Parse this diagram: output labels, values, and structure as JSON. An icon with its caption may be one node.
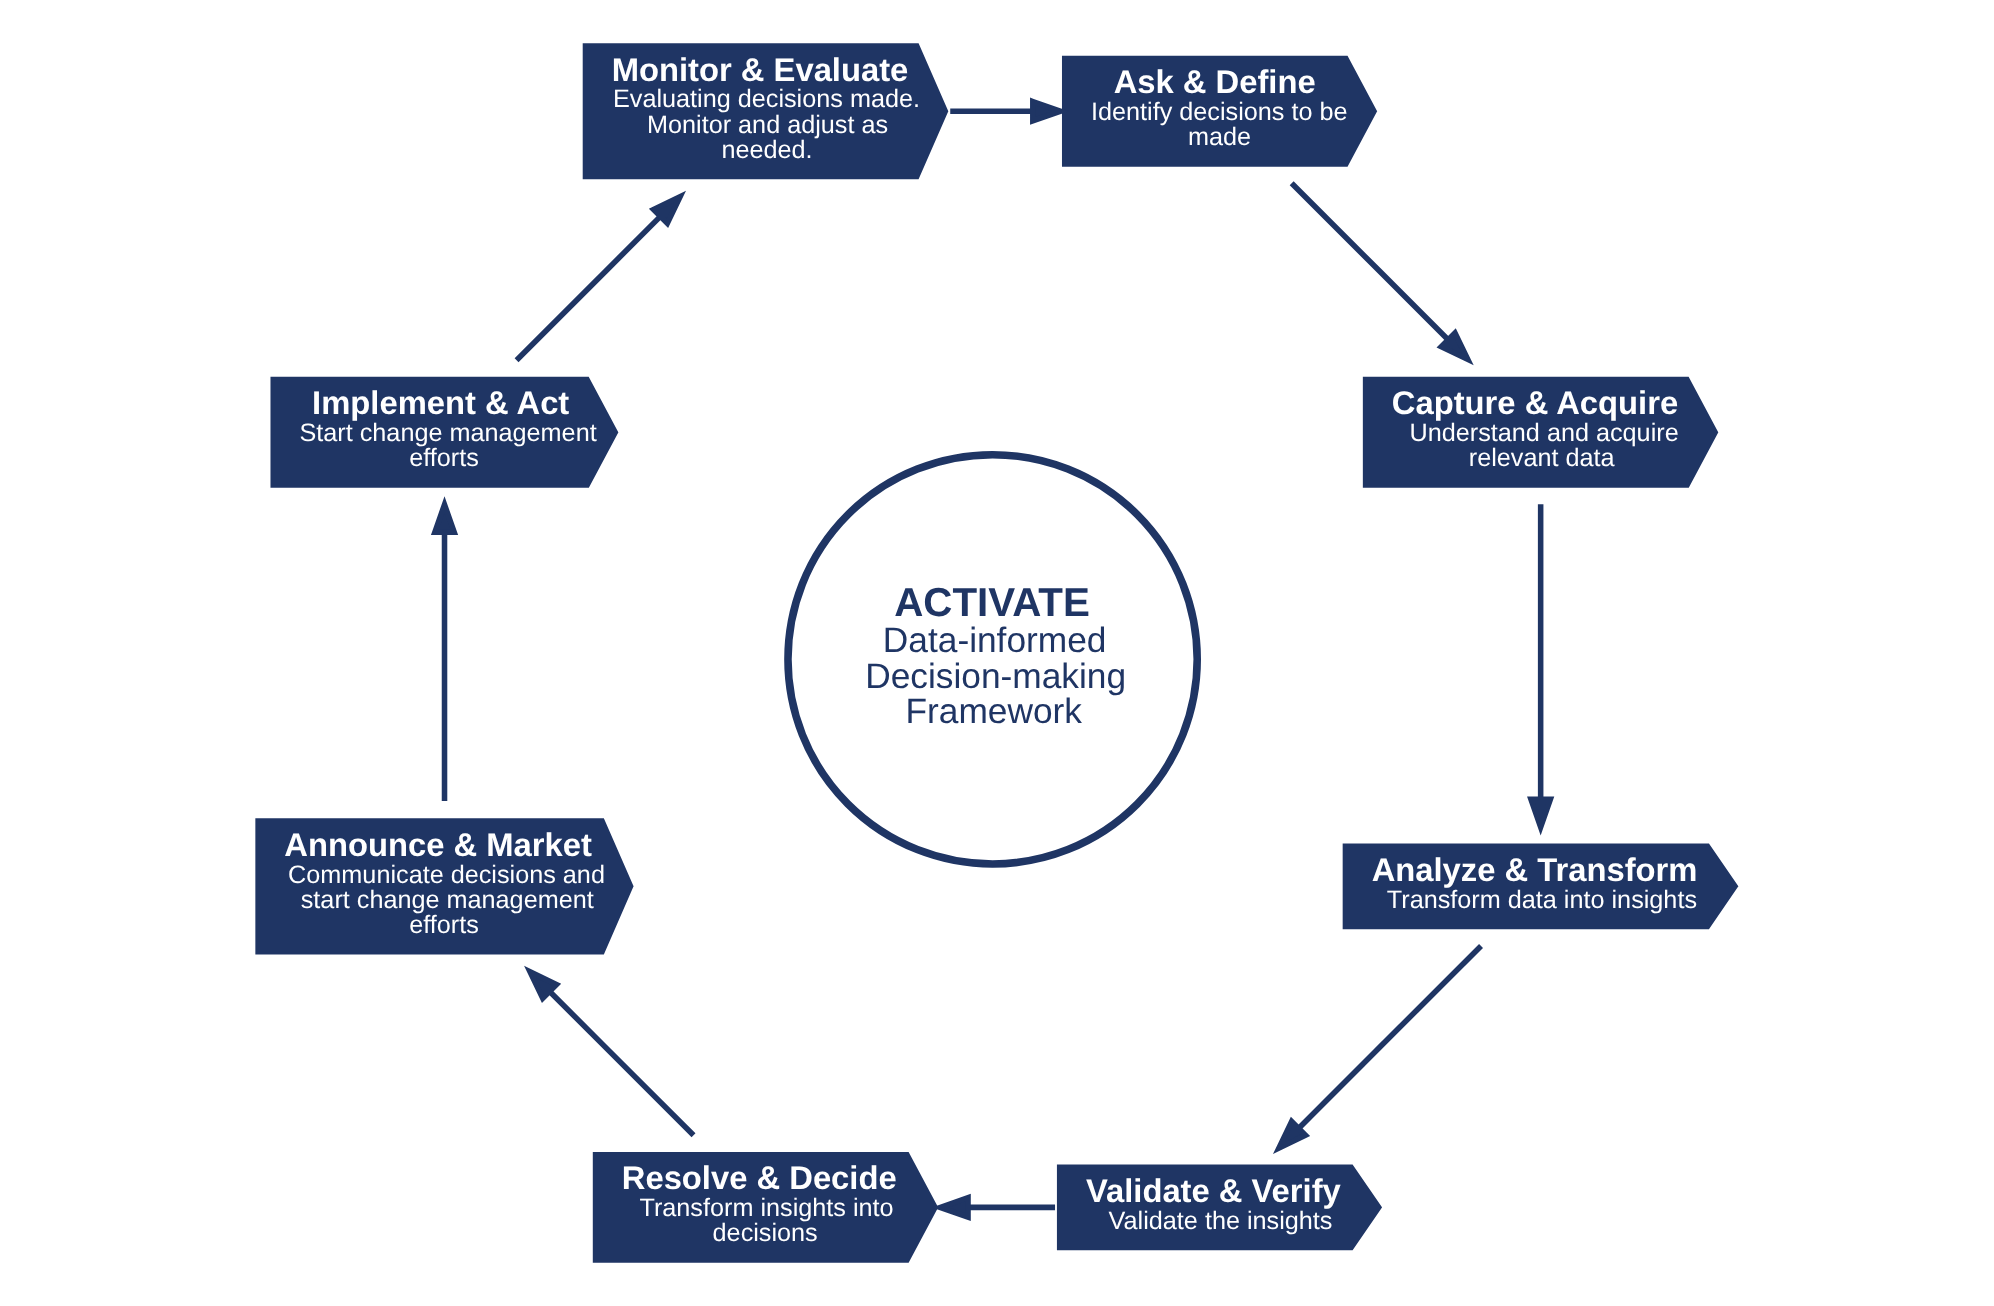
{
  "diagram": {
    "nodes": [
      {
        "text": [
          "ACTIVATE",
          "Data-informed Decision-making Framework"
        ]
      },
      {
        "text": [
          "Ask & Define",
          "Identify decisions to be made"
        ]
      },
      {
        "text": [
          "Capture & Acquire",
          "Understand and acquire relevant data"
        ]
      },
      {
        "text": [
          "Analyze & Transform",
          "Transform data into insights"
        ]
      },
      {
        "text": [
          "Validate & Verify",
          "Validate the insights"
        ]
      },
      {
        "text": [
          "Resolve & Decide",
          "Transform insights into decisions"
        ]
      },
      {
        "text": [
          "Announce & Market",
          "Communicate decisions and start change management efforts"
        ]
      },
      {
        "text": [
          "Implement & Act",
          "Start change management efforts"
        ]
      },
      {
        "text": [
          "Monitor & Evaluate",
          "Evaluating decisions made. Monitor and adjust as needed."
        ]
      }
    ],
    "edges": [
      {
        "from": 1,
        "to": 2,
        "arrow": "to"
      },
      {
        "from": 2,
        "to": 3,
        "arrow": "to"
      },
      {
        "from": 3,
        "to": 4,
        "arrow": "to"
      },
      {
        "from": 4,
        "to": 5,
        "arrow": "to"
      },
      {
        "from": 5,
        "to": 6,
        "arrow": "to"
      },
      {
        "from": 6,
        "to": 7,
        "arrow": "to"
      },
      {
        "from": 7,
        "to": 8,
        "arrow": "to"
      },
      {
        "from": 8,
        "to": 1,
        "arrow": "to"
      }
    ]
  }
}
